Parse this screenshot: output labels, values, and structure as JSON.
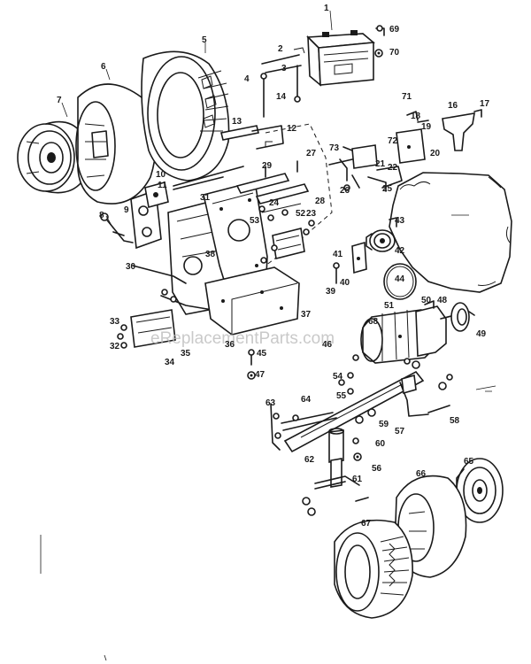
{
  "watermark": "eReplacementParts.com",
  "callouts": [
    "1",
    "2",
    "3",
    "4",
    "5",
    "6",
    "7",
    "8",
    "9",
    "10",
    "11",
    "12",
    "13",
    "14",
    "16",
    "17",
    "18",
    "19",
    "20",
    "21",
    "22",
    "23",
    "24",
    "25",
    "26",
    "27",
    "28",
    "29",
    "30",
    "31",
    "32",
    "33",
    "34",
    "35",
    "36",
    "37",
    "38",
    "39",
    "40",
    "41",
    "42",
    "43",
    "44",
    "45",
    "46",
    "47",
    "48",
    "49",
    "50",
    "51",
    "52",
    "53",
    "54",
    "55",
    "56",
    "57",
    "58",
    "59",
    "60",
    "61",
    "62",
    "63",
    "64",
    "65",
    "66",
    "67",
    "68",
    "69",
    "70",
    "71",
    "72",
    "73"
  ]
}
